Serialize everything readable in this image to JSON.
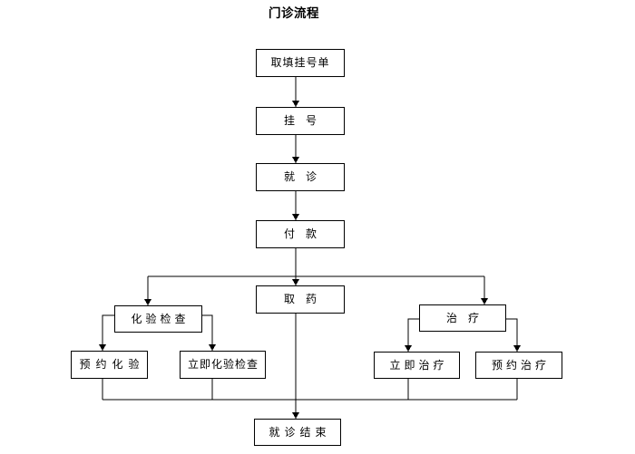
{
  "title": "门诊流程",
  "colors": {
    "background": "#ffffff",
    "line": "#000000",
    "box_border": "#000000",
    "box_fill": "#ffffff",
    "text": "#000000"
  },
  "flowchart": {
    "nodes": [
      {
        "id": "get-form",
        "label": "取填挂号单"
      },
      {
        "id": "register",
        "label": "挂　号"
      },
      {
        "id": "see-doctor",
        "label": "就　诊"
      },
      {
        "id": "pay",
        "label": "付　款"
      },
      {
        "id": "get-medicine",
        "label": "取　药"
      },
      {
        "id": "lab-check",
        "label": "化验检查"
      },
      {
        "id": "lab-appointment",
        "label": "预约化验"
      },
      {
        "id": "lab-immediate",
        "label": "立即化验检查"
      },
      {
        "id": "treatment",
        "label": "治　疗"
      },
      {
        "id": "treatment-immediate",
        "label": "立即治疗"
      },
      {
        "id": "treatment-appointment",
        "label": "预约治疗"
      },
      {
        "id": "end-visit",
        "label": "就诊结束"
      }
    ],
    "edges": [
      {
        "from": "get-form",
        "to": "register"
      },
      {
        "from": "register",
        "to": "see-doctor"
      },
      {
        "from": "see-doctor",
        "to": "pay"
      },
      {
        "from": "pay",
        "to": "get-medicine"
      },
      {
        "from": "pay",
        "to": "lab-check"
      },
      {
        "from": "pay",
        "to": "treatment"
      },
      {
        "from": "lab-check",
        "to": "lab-appointment"
      },
      {
        "from": "lab-check",
        "to": "lab-immediate"
      },
      {
        "from": "treatment",
        "to": "treatment-immediate"
      },
      {
        "from": "treatment",
        "to": "treatment-appointment"
      },
      {
        "from": "get-medicine",
        "to": "end-visit"
      },
      {
        "from": "lab-appointment",
        "to": "end-visit"
      },
      {
        "from": "lab-immediate",
        "to": "end-visit"
      },
      {
        "from": "treatment-immediate",
        "to": "end-visit"
      },
      {
        "from": "treatment-appointment",
        "to": "end-visit"
      }
    ]
  }
}
